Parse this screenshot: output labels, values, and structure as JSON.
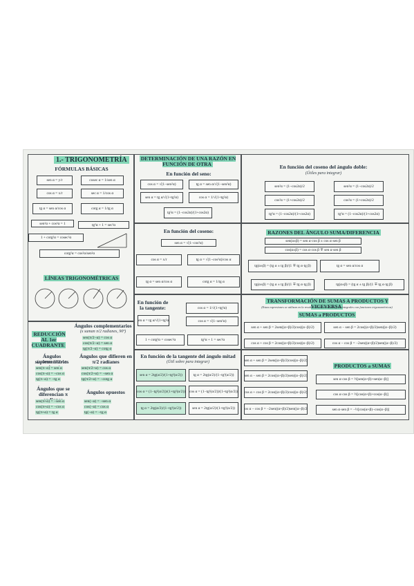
{
  "sheet": {
    "main_title": "1.- TRIGONOMETRÍA",
    "basic_formulas": "FÓRMULAS BÁSICAS",
    "trig_lines": "LÍNEAS TRIGONOMÉTRICAS",
    "reduction": "REDUCCIÓN AL 1er CUADRANTE",
    "complementary": "Ángulos complementarios",
    "complementary_sub": "(x suman π/2 radianes, 90º)",
    "supplementary": "Ángulos suplementarios",
    "supplementary_sub": "(x suman 180º o π radianes)",
    "differ_pi2": "Ángulos que difieren en π/2 radianes",
    "differ_pi": "Ángulos que se diferencian π radianes",
    "opposite": "Ángulos opuestos",
    "determination": "DETERMINACIÓN DE UNA RAZÓN EN FUNCIÓN DE OTRA",
    "in_sine": "En función del seno:",
    "in_cosine": "En función del coseno:",
    "in_tangent": "En función de la tangente:",
    "half_tangent": "En función de la tangente del ángulo mitad",
    "half_tangent_sub": "(Útil sobre para integrar)",
    "double_angle": "En función del coseno del ángulo doble:",
    "double_angle_sub": "(Útiles para integrar)",
    "sum_diff": "RAZONES DEL ÁNGULO SUMA/DIFERENCIA",
    "transform": "TRANSFORMACIÓN DE SUMAS A PRODUCTOS Y VICEVERSA",
    "transform_sub": "(Estas expresiones se utilizan en la resolución de ecuaciones y de integrales con funciones trigonométricas)",
    "sums_products": "SUMAS a PRODUCTOS",
    "products_sums": "PRODUCTOS a SUMAS"
  },
  "formulas": {
    "b1": "sen α = y/r",
    "b2": "cosec α = 1/sen α",
    "b3": "cos α = x/r",
    "b4": "sec α = 1/cos α",
    "b5": "tg α = sen α/cos α",
    "b6": "cotg α = 1/tg α",
    "b7": "sen²α + cos²α = 1",
    "b8": "tg²α + 1 = sec²α",
    "b9": "1 + cotg²α = cosec²α",
    "b10": "cotg²α = cos²α/sen²α",
    "r1": "sen(π/2−α) = cos α",
    "r2": "cos(π/2−α) = sen α",
    "r3": "tg(π/2−α) = cotg α",
    "r4": "sen(π−α) = sen α",
    "r5": "cos(π−α) = −cos α",
    "r6": "tg(π−α) = −tg α",
    "r7": "sen(π/2+α) = cos α",
    "r8": "cos(π/2+α) = −sen α",
    "r9": "tg(π/2+α) = −cotg α",
    "r10": "sen(π+α) = −sen α",
    "r11": "cos(π+α) = −cos α",
    "r12": "tg(π+α) = tg α",
    "r13": "sen(−α) = −sen α",
    "r14": "cos(−α) = cos α",
    "r15": "tg(−α) = −tg α",
    "d1": "cos α = √(1−sen²α)",
    "d2": "tg α = sen α/√(1−sen²α)",
    "d3": "sen α = √(1−cos²α)",
    "d4": "tg α = √(1−cos²α)/cos α",
    "d5": "sen α = tg α/√(1+tg²α)",
    "d6": "cos α = 1/√(1+tg²α)",
    "h1": "sen α = 2tg(α/2)/(1+tg²(α/2))",
    "h2": "cos α = (1−tg²(α/2))/(1+tg²(α/2))",
    "h3": "tg α = 2tg(α/2)/(1−tg²(α/2))",
    "a1": "sen²α = (1−cos2α)/2",
    "a2": "cos²α = (1+cos2α)/2",
    "a3": "tg²α = (1−cos2α)/(1+cos2α)",
    "s1": "sen(α±β) = sen α·cos β ± cos α·sen β",
    "s2": "cos(α±β) = cos α·cos β ∓ sen α·sen β",
    "s3": "tg(α±β) = (tg α ± tg β)/(1 ∓ tg α·tg β)",
    "t1": "sen α + sen β = 2sen((α+β)/2)cos((α−β)/2)",
    "t2": "sen α − sen β = 2cos((α+β)/2)sen((α−β)/2)",
    "t3": "cos α + cos β = 2cos((α+β)/2)cos((α−β)/2)",
    "t4": "cos α − cos β = −2sen((α+β)/2)sen((α−β)/2)",
    "p1": "sen α·cos β = ½[sen(α+β)+sen(α−β)]",
    "p2": "cos α·cos β = ½[cos(α+β)+cos(α−β)]",
    "p3": "sen α·sen β = −½[cos(α+β)−cos(α−β)]"
  },
  "colors": {
    "accent": "#82d6b6",
    "ink": "#1f2d3a",
    "paper": "#eef0ec"
  }
}
